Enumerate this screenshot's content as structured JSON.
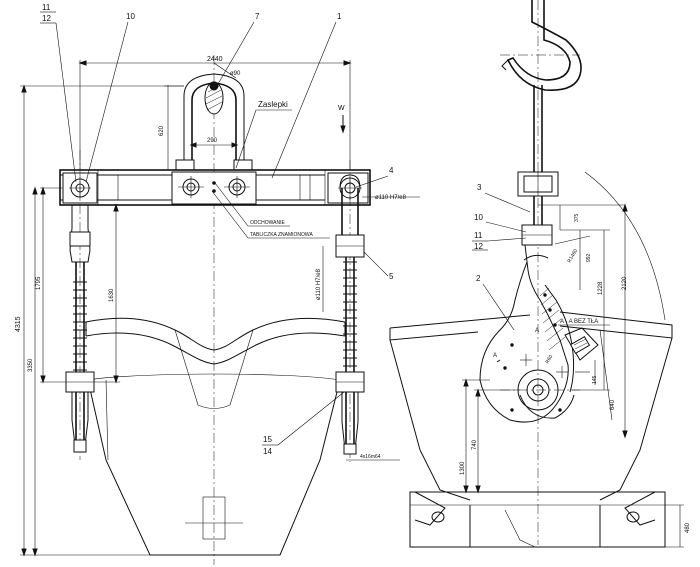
{
  "balloons": {
    "b11": "11",
    "b12": "12",
    "b10": "10",
    "b7": "7",
    "b1": "1",
    "b4": "4",
    "b5": "5",
    "b15": "15",
    "b14": "14",
    "b3": "3",
    "b10r": "10",
    "b11r": "11",
    "b12r": "12",
    "b2": "2"
  },
  "dimensions": {
    "d2440": "2440",
    "d90": "ø90",
    "d620": "620",
    "d290": "290",
    "d4315": "4315",
    "d1795": "1795",
    "d1630": "1630",
    "d3350": "3350",
    "d110a": "ø110 H7/e8",
    "d110b": "ø110 H7/e8",
    "dbolt": "4x16m64",
    "d375": "375",
    "dR1460": "R1460",
    "d992": "992",
    "d1228": "1228",
    "d2120": "2120",
    "d640": "640",
    "d740": "740",
    "d1300": "1300",
    "d480": "480",
    "dR60": "R60",
    "d145": "145"
  },
  "labels": {
    "zaslepki": "Zaslepki",
    "w": "W",
    "dechowanie": "ODCHOWANIE",
    "tabliczka": "TABLICZKA ZNAMIONOWA",
    "section": "A - A   BEZ TŁA",
    "a": "A"
  }
}
